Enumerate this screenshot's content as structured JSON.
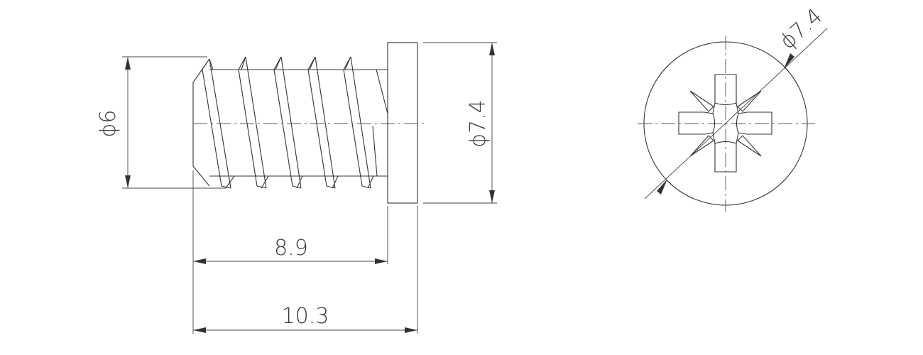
{
  "dimensions": {
    "thread_diameter": "ϕ6",
    "head_diameter_side": "ϕ7.4",
    "head_diameter_top": "ϕ7.4",
    "thread_length": "8.9",
    "overall_length": "10.3"
  },
  "colors": {
    "line": "#333333",
    "text": "#3a3a3a",
    "background": "#ffffff"
  }
}
